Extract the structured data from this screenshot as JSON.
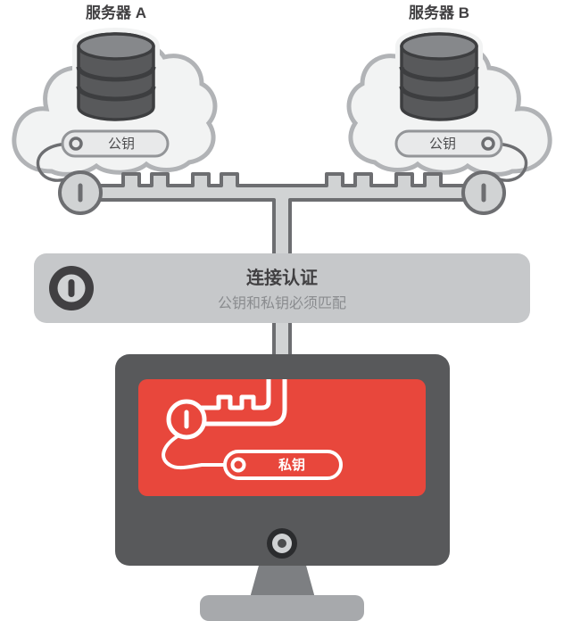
{
  "diagram": {
    "server_a": {
      "title": "服务器 A",
      "key_tag": "公钥"
    },
    "server_b": {
      "title": "服务器 B",
      "key_tag": "公钥"
    },
    "auth_banner": {
      "title": "连接认证",
      "subtitle": "公钥和私钥必须匹配"
    },
    "client": {
      "key_tag": "私钥"
    },
    "colors": {
      "accent_red": "#E8473C",
      "dark_gray": "#414042",
      "monitor_gray": "#58595B",
      "banner_gray": "#C6C8CA",
      "key_gray": "#D1D3D4",
      "outline_gray": "#6D6E71",
      "cloud_fill": "#F2F3F3",
      "cloud_stroke": "#B1B3B6"
    }
  }
}
